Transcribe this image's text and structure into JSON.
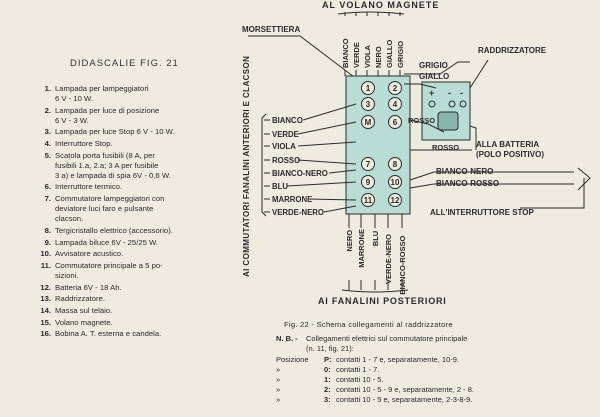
{
  "legend": {
    "title": "DIDASCALIE FIG. 21",
    "items": [
      {
        "num": "1.",
        "lines": [
          "Lampada per lampeggiatori",
          "6 V - 10 W."
        ]
      },
      {
        "num": "2.",
        "lines": [
          "Lampada per luce di posizione",
          "6 V - 3 W."
        ]
      },
      {
        "num": "3.",
        "lines": [
          "Lampada per luce Stop 6 V - 10 W."
        ]
      },
      {
        "num": "4.",
        "lines": [
          "Interruttore Stop."
        ]
      },
      {
        "num": "5.",
        "lines": [
          "Scatola porta fusibili (8 A, per",
          "fusibili 1.a, 2.a; 3 A per fusibile",
          "3 a) e lampada di spia 6V - 0,6 W."
        ]
      },
      {
        "num": "6.",
        "lines": [
          "Interruttore termico."
        ]
      },
      {
        "num": "7.",
        "lines": [
          "Commutatore lampeggiatori con",
          "deviatore luci faro e pulsante",
          "clacson."
        ]
      },
      {
        "num": "8.",
        "lines": [
          "Tergicristallo elettrico (accessorio)."
        ]
      },
      {
        "num": "9.",
        "lines": [
          "Lampada biluce 6V - 25/25 W."
        ]
      },
      {
        "num": "10.",
        "lines": [
          "Avvisatore acustico."
        ]
      },
      {
        "num": "11.",
        "lines": [
          "Commutatore principale a 5 po-",
          "sizioni."
        ]
      },
      {
        "num": "12.",
        "lines": [
          "Batteria 6V - 18 Ah."
        ]
      },
      {
        "num": "13.",
        "lines": [
          "Raddrizzatore."
        ]
      },
      {
        "num": "14.",
        "lines": [
          "Massa sul telaio."
        ]
      },
      {
        "num": "15.",
        "lines": [
          "Volano magnete."
        ]
      },
      {
        "num": "16.",
        "lines": [
          "Bobina A. T. esterna e candela."
        ]
      }
    ]
  },
  "diagram": {
    "title_top": "AL VOLANO MAGNETE",
    "title_bottom": "AI FANALINI POSTERIORI",
    "label_left_vertical": "AI COMMUTATORI FANALINI ANTERIORI E CLACSON",
    "label_morsettiera": "MORSETTIERA",
    "label_raddrizzatore": "RADDRIZZATORE",
    "label_batteria_1": "ALLA BATTERIA",
    "label_batteria_2": "(POLO POSITIVO)",
    "label_stop": "ALL'INTERRUTTORE STOP",
    "top_wires": [
      "BIANCO",
      "VERDE",
      "VIOLA",
      "NERO",
      "GIALLO",
      "GRIGIO"
    ],
    "left_wires": [
      "BIANCO",
      "VERDE",
      "VIOLA",
      "ROSSO",
      "BIANCO-NERO",
      "BLU",
      "MARRONE",
      "VERDE-NERO"
    ],
    "bottom_wires": [
      "NERO",
      "MARRONE",
      "BLU",
      "VERDE-NERO",
      "BIANCO-ROSSO"
    ],
    "right_labels": {
      "grigio": "GRIGIO",
      "giallo": "GIALLO",
      "rosso1": "ROSSO",
      "rosso2": "ROSSO",
      "bianco_nero": "BIANCO-NERO",
      "bianco_rosso": "BIANCO-ROSSO"
    },
    "terminals": [
      "1",
      "2",
      "3",
      "4",
      "M",
      "6",
      "7",
      "8",
      "9",
      "10",
      "11",
      "12"
    ],
    "rectifier_signs": [
      "+",
      "-",
      "-"
    ]
  },
  "caption": "Fig. 22 - Schema collegamenti al raddrizzatore",
  "note": {
    "key": "N. B. -",
    "line1": "Collegamenti elettrici sul commutatore principale",
    "line2": "(n. 11, fig. 21):"
  },
  "positions": [
    {
      "prefix": "Posizione",
      "key": "P:",
      "text": "contatti 1 - 7 e, separatamente, 10-9."
    },
    {
      "prefix": "»",
      "key": "0:",
      "text": "contatti 1 - 7."
    },
    {
      "prefix": "»",
      "key": "1:",
      "text": "contatti 10 - 5."
    },
    {
      "prefix": "»",
      "key": "2:",
      "text": "contatti 10 - 5 - 9 e, separatamente, 2 - 8."
    },
    {
      "prefix": "»",
      "key": "3:",
      "text": "contatti 10 - 5 e, separatamente, 2-3-8-9."
    }
  ],
  "colors": {
    "paper": "#eeebe1",
    "ink": "#2b2b2b",
    "terminal_board": "#b9ddd4",
    "rectifier": "#b9ddd4"
  }
}
